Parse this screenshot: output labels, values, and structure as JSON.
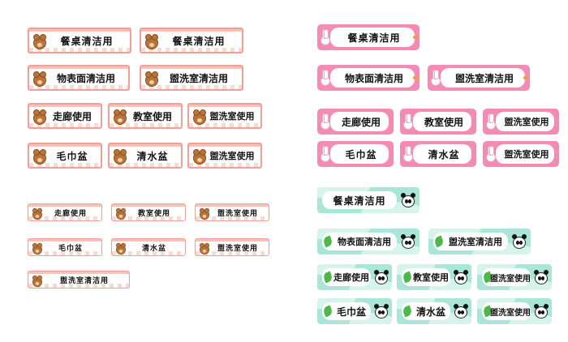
{
  "sheets": {
    "bear_large": {
      "icon": "bear-face-icon",
      "labels": [
        "餐桌清洁用",
        "餐桌清洁用",
        "物表面清洁用",
        "盥洗室清洁用",
        "走廊使用",
        "教室使用",
        "盥洗室使用",
        "毛巾盆",
        "清水盆",
        "盥洗室使用"
      ]
    },
    "bear_small": {
      "icon": "bear-face-icon",
      "labels": [
        "走廊使用",
        "教室使用",
        "盥洗室使用",
        "毛巾盆",
        "清水盆",
        "盥洗室使用",
        "盥洗室清洁用"
      ]
    },
    "rabbit": {
      "icon": "rabbit-face-icon",
      "labels": [
        "餐桌清洁用",
        "物表面清洁用",
        "盥洗室清洁用",
        "走廊使用",
        "教室使用",
        "盥洗室使用",
        "毛巾盆",
        "清水盆",
        "盥洗室使用"
      ]
    },
    "panda": {
      "icon": "panda-face-icon",
      "labels": [
        "餐桌清洁用",
        "物表面清洁用",
        "盥洗室清洁用",
        "走廊使用",
        "教室使用",
        "盥洗室使用",
        "毛巾盆",
        "清水盆",
        "盥洗室使用"
      ]
    }
  },
  "colors": {
    "bear_border": "#f39e96",
    "rabbit_frame": "#f48bb3",
    "panda_frame": "#a9e6d8"
  }
}
